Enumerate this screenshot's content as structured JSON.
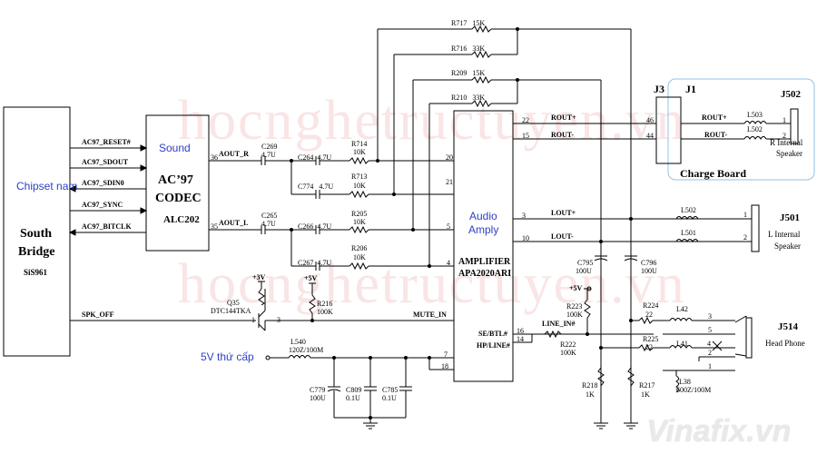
{
  "blocks": {
    "south_bridge": {
      "note": "Chipset nam",
      "title1": "South",
      "title2": "Bridge",
      "part": "SiS961"
    },
    "codec": {
      "note": "Sound",
      "title1": "AC’97",
      "title2": "CODEC",
      "part": "ALC202"
    },
    "amp": {
      "note1": "Audio",
      "note2": "Amply",
      "title": "AMPLIFIER",
      "part": "APA2020ARI"
    },
    "charge_board": "Charge Board"
  },
  "signals": {
    "ac97_reset": "AC97_RESET#",
    "ac97_sdout": "AC97_SDOUT",
    "ac97_sdin0": "AC97_SDIN0",
    "ac97_sync": "AC97_SYNC",
    "ac97_bitclk": "AC97_BITCLK",
    "aout_r": "AOUT_R",
    "aout_l": "AOUT_L",
    "spk_off": "SPK_OFF",
    "mute_in": "MUTE_IN",
    "se_btl": "SE/BTL#",
    "hp_line": "HP/LINE#",
    "line_in": "LINE_IN#",
    "rout_p": "ROUT+",
    "rout_n": "ROUT-",
    "lout_p": "LOUT+",
    "lout_n": "LOUT-",
    "rout_p2": "ROUT+",
    "rout_n2": "ROUT-",
    "supply_5v": "5V thứ cấp"
  },
  "pins": {
    "codec_36": "36",
    "codec_35": "35",
    "amp_20": "20",
    "amp_21": "21",
    "amp_5": "5",
    "amp_4": "4",
    "amp_22": "22",
    "amp_15": "15",
    "amp_3": "3",
    "amp_10": "10",
    "amp_16": "16",
    "amp_14": "14",
    "amp_7": "7",
    "amp_18": "18",
    "j3_46": "46",
    "j3_44": "44",
    "j502_1": "1",
    "j502_2": "2",
    "j501_1": "1",
    "j501_2": "2",
    "j514_3": "3",
    "j514_5": "5",
    "j514_4": "4",
    "j514_2": "2",
    "j514_1": "1",
    "q35_1": "1",
    "q35_3": "3"
  },
  "components": {
    "r717": {
      "ref": "R717",
      "val": "15K"
    },
    "r716": {
      "ref": "R716",
      "val": "33K"
    },
    "r209": {
      "ref": "R209",
      "val": "15K"
    },
    "r210": {
      "ref": "R210",
      "val": "33K"
    },
    "c269": {
      "ref": "C269",
      "val": "4.7U"
    },
    "c264": {
      "ref": "C264",
      "val": "4.7U"
    },
    "r714": {
      "ref": "R714",
      "val": "10K"
    },
    "c774": {
      "ref": "C774",
      "val": "4.7U"
    },
    "r713": {
      "ref": "R713",
      "val": "10K"
    },
    "c265": {
      "ref": "C265",
      "val": "4.7U"
    },
    "c266": {
      "ref": "C266",
      "val": "4.7U"
    },
    "r205": {
      "ref": "R205",
      "val": "10K"
    },
    "c267": {
      "ref": "C267",
      "val": "4.7U"
    },
    "r206": {
      "ref": "R206",
      "val": "10K"
    },
    "q35": {
      "ref": "Q35",
      "val": "DTC144TKA"
    },
    "r216": {
      "ref": "R216",
      "val": "100K"
    },
    "l540": {
      "ref": "L540",
      "val": "120Z/100M"
    },
    "c779": {
      "ref": "C779",
      "val": "100U"
    },
    "c809": {
      "ref": "C809",
      "val": "0.1U"
    },
    "c785": {
      "ref": "C785",
      "val": "0.1U"
    },
    "c795": {
      "ref": "C795",
      "val": "100U"
    },
    "c796": {
      "ref": "C796",
      "val": "100U"
    },
    "r223": {
      "ref": "R223",
      "val": "100K"
    },
    "r222": {
      "ref": "R222",
      "val": "100K"
    },
    "r218": {
      "ref": "R218",
      "val": "1K"
    },
    "r217": {
      "ref": "R217",
      "val": "1K"
    },
    "r224": {
      "ref": "R224",
      "val": "22"
    },
    "r225": {
      "ref": "R225",
      "val": "22"
    },
    "l42": "L42",
    "l41": "L41",
    "l38": {
      "ref": "L38",
      "val": "600Z/100M"
    },
    "l503": "L503",
    "l502a": "L502",
    "l502b": "L502",
    "l501": "L501",
    "j3": "J3",
    "j1": "J1",
    "j502": {
      "ref": "J502",
      "desc1": "R  Internal",
      "desc2": "Speaker"
    },
    "j501": {
      "ref": "J501",
      "desc1": "L  Internal",
      "desc2": "Speaker"
    },
    "j514": {
      "ref": "J514",
      "desc": "Head Phone"
    }
  },
  "rails": {
    "v3": "+3V",
    "v5a": "+5V",
    "v5b": "+5V"
  },
  "watermarks": {
    "line1": "hocnghetructuyen.vn",
    "line2": "hocnghetructuyen.vn",
    "brand": "Vinafix.vn"
  },
  "colors": {
    "wire": "#000000",
    "note_text": "#2e3fc4",
    "charge_board_outline": "#8fc3e8",
    "watermark": "#d74646"
  }
}
